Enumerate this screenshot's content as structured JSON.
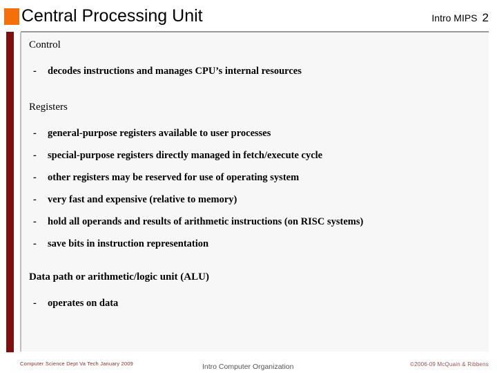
{
  "header": {
    "title": "Central Processing Unit",
    "course": "Intro MIPS",
    "page_number": "2",
    "bullet_color": "#F3700B",
    "rule_color": "#9A9A9A"
  },
  "accent": {
    "left_bar_color": "#7E1110"
  },
  "content": {
    "panel_bg": "#F7F7F7",
    "panel_border_color": "#BDBDBD",
    "sections": [
      {
        "heading": "Control",
        "heading_bold": false,
        "bullets": [
          "decodes instructions and manages CPU’s internal resources"
        ]
      },
      {
        "heading": "Registers",
        "heading_bold": false,
        "bullets": [
          "general-purpose registers available to user processes",
          "special-purpose registers directly managed in fetch/execute cycle",
          "other registers may be reserved for use of operating system",
          "very fast and expensive (relative to memory)",
          "hold all operands and results of arithmetic instructions (on RISC systems)",
          "save bits in instruction representation"
        ]
      },
      {
        "heading": "Data path or arithmetic/logic unit (ALU)",
        "heading_bold": true,
        "bullets": [
          "operates on data"
        ]
      }
    ],
    "bullet_marker": "-"
  },
  "footer": {
    "left": "Computer Science Dept Va Tech January 2009",
    "center": "Intro Computer Organization",
    "right": "©2006-09  McQuain & Ribbens",
    "left_color": "#8B2E2B",
    "center_color": "#555555",
    "right_color": "#9B5050"
  }
}
